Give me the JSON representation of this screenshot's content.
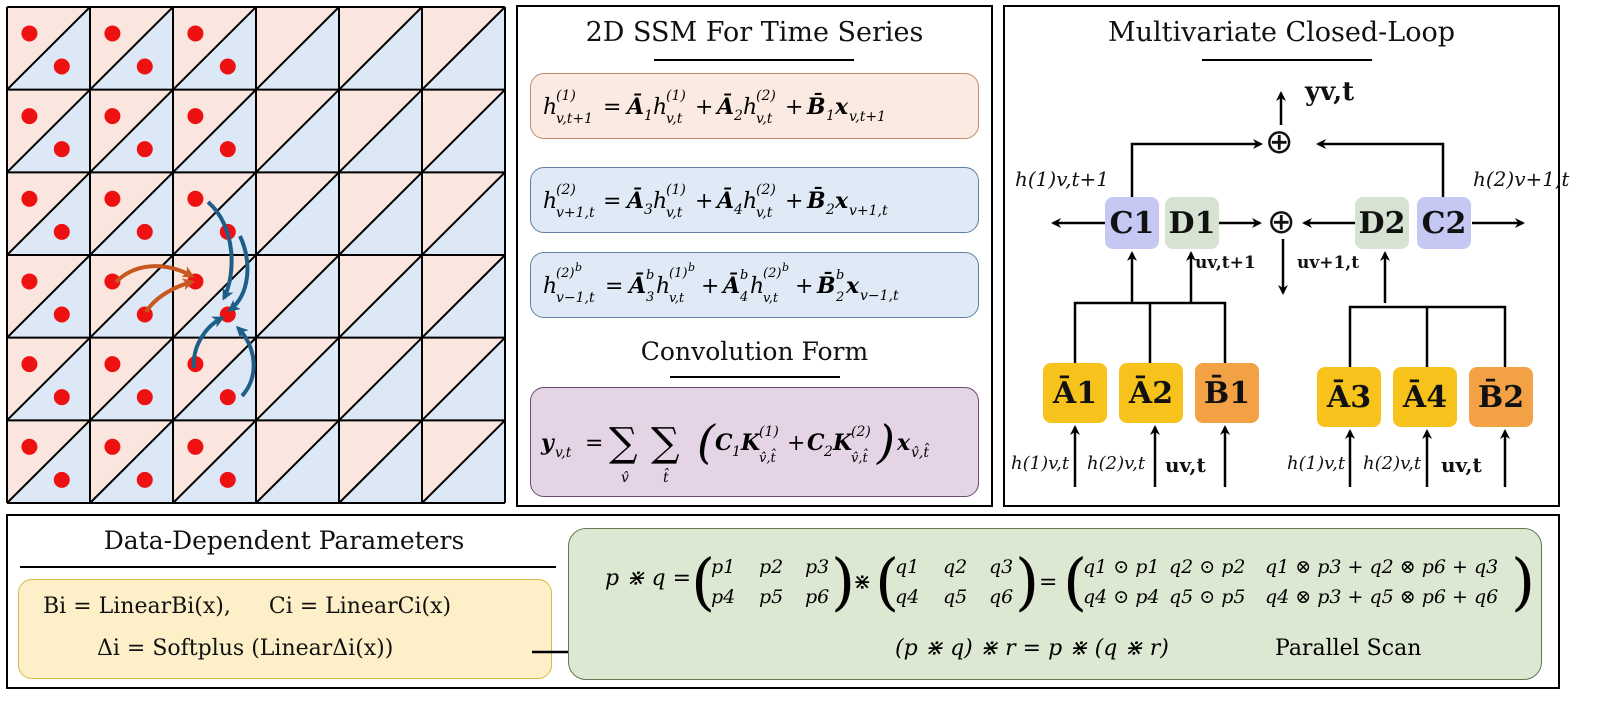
{
  "grid": {
    "rows": 6,
    "cols": 6,
    "colors": {
      "upper": "#fbe6df",
      "lower": "#dce8f6",
      "dot": "#ee1111",
      "line": "#000000",
      "arrow_orange": "#c8571f",
      "arrow_blue": "#1f5e86"
    }
  },
  "ssm_panel": {
    "title": "2D SSM For Time Series",
    "eq1": "h(1)v,t+1 = Ā1 h(1)v,t + Ā2 h(2)v,t + B̄1 xv,t+1",
    "eq2": "h(2)v+1,t = Ā3 h(1)v,t + Ā4 h(2)v,t + B̄2 xv+1,t",
    "eq3": "h(2)bv−1,t = Āb3 h(1)bv,t + Āb4 h(2)bv,t + B̄b2 xv−1,t",
    "conv_title": "Convolution Form",
    "conv_eq": "yv,t = Σv̂ Σt̂ ( C1 K(1)v̂,t̂ + C2 K(2)v̂,t̂ ) xv̂,t̂",
    "colors": {
      "eq1_bg": "#fbeae2",
      "eq1_border": "#c08a6a",
      "eq2_bg": "#dfeaf6",
      "eq2_border": "#5f7f9f",
      "conv_bg": "#e5d3e6",
      "conv_border": "#6d4b6f"
    }
  },
  "closed_loop": {
    "title": "Multivariate Closed-Loop",
    "output_label": "yv,t",
    "left_out": "h(1)v,t+1",
    "right_out": "h(2)v+1,t",
    "c1": "C1",
    "d1": "D1",
    "d2": "D2",
    "c2": "C2",
    "u_left": "uv,t+1",
    "u_right": "uv+1,t",
    "a1": "Ā1",
    "a2": "Ā2",
    "b1": "B̄1",
    "a3": "Ā3",
    "a4": "Ā4",
    "b2": "B̄2",
    "in1": "h(1)v,t",
    "in2": "h(2)v,t",
    "in3": "uv,t",
    "in4": "h(1)v,t",
    "in5": "h(2)v,t",
    "in6": "uv,t",
    "colors": {
      "c_box": "#c5c8f3",
      "d_box": "#d6e3d3",
      "a_box": "#f7c21b",
      "b_box": "#f2a144"
    }
  },
  "bottom_panel": {
    "title": "Data-Dependent Parameters",
    "param_line1_a": "Bi = LinearBi(x),",
    "param_line1_b": "Ci = LinearCi(x)",
    "param_line2": "Δi = Softplus (LinearΔi(x))",
    "scan_eq1_lhs": "p ⋇ q =",
    "p_matrix": [
      [
        "p1",
        "p2",
        "p3"
      ],
      [
        "p4",
        "p5",
        "p6"
      ]
    ],
    "q_matrix": [
      [
        "q1",
        "q2",
        "q3"
      ],
      [
        "q4",
        "q5",
        "q6"
      ]
    ],
    "result_matrix": [
      [
        "q1 ⊙ p1",
        "q2 ⊙ p2",
        "q1 ⊗ p3 + q2 ⊗ p6 + q3"
      ],
      [
        "q4 ⊙ p4",
        "q5 ⊙ p5",
        "q4 ⊗ p3 + q5 ⊗ p6 + q6"
      ]
    ],
    "assoc_eq": "(p ⋇ q) ⋇ r = p ⋇ (q ⋇ r)",
    "scan_label": "Parallel Scan",
    "colors": {
      "param_bg": "#fdf0c8",
      "param_border": "#d9b84a",
      "scan_bg": "#dce8d2",
      "scan_border": "#607a52"
    }
  }
}
